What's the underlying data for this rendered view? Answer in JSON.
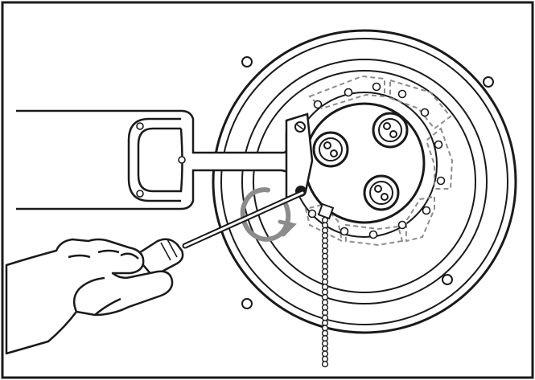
{
  "figure": {
    "kind": "technical-illustration",
    "line_color": "#1a1a1a",
    "accent_gray": "#8c8c8c",
    "background": "#ffffff",
    "rotation_direction": "clockwise",
    "socket_count": 3,
    "segment_count": 8,
    "bolt_hole_count": 4
  }
}
